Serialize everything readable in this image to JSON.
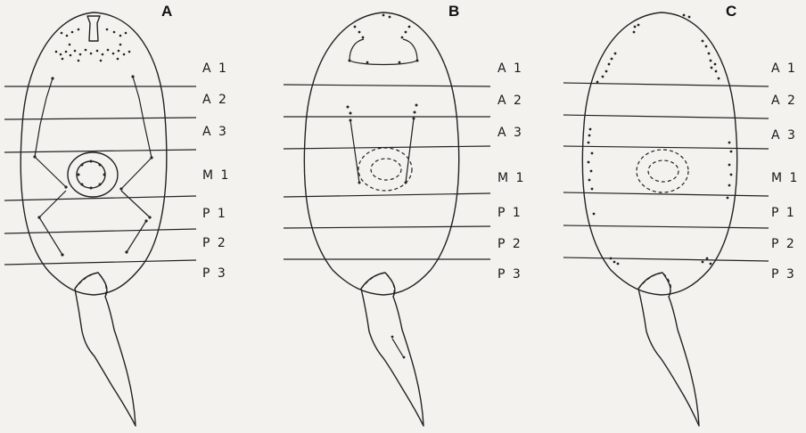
{
  "panels": [
    {
      "letter": "A",
      "labels": [
        "A 1",
        "A 2",
        "A 3",
        "M 1",
        "P 1",
        "P 2",
        "P 3"
      ]
    },
    {
      "letter": "B",
      "labels": [
        "A 1",
        "A 2",
        "A 3",
        "M 1",
        "P 1",
        "P 2",
        "P 3"
      ]
    },
    {
      "letter": "C",
      "labels": [
        "A 1",
        "A 2",
        "A 3",
        "M 1",
        "P 1",
        "P 2",
        "P 3"
      ]
    }
  ]
}
